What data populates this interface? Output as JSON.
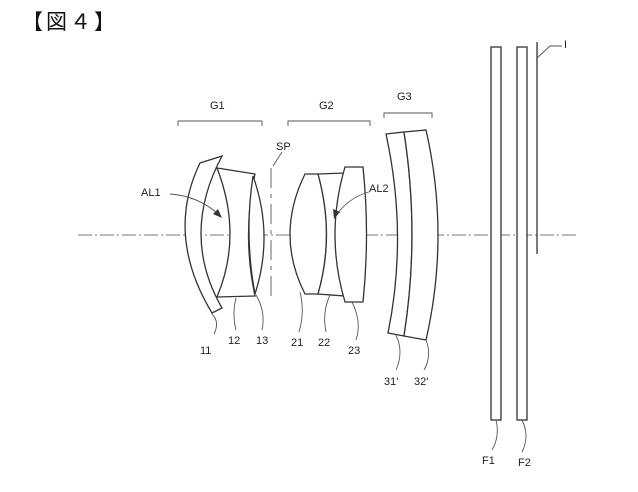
{
  "figure": {
    "title": "【図４】"
  },
  "labels": {
    "groups": [
      "G1",
      "G2",
      "G3"
    ],
    "stop": "SP",
    "aspheres": [
      "AL1",
      "AL2"
    ],
    "image_plane": "I",
    "lens_numbers": [
      "11",
      "12",
      "13",
      "21",
      "22",
      "23",
      "31'",
      "32'"
    ],
    "filters": [
      "F1",
      "F2"
    ]
  }
}
